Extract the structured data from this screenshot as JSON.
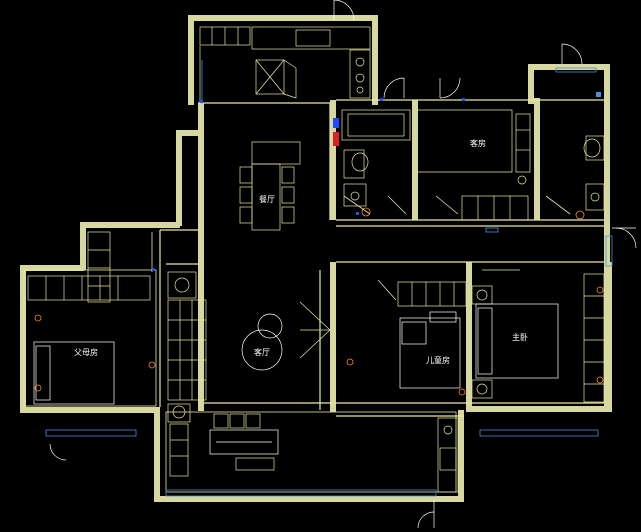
{
  "rooms": {
    "dining": "餐厅",
    "bedroom_b": "客房",
    "parents": "父母房",
    "living": "客厅",
    "children": "儿童房",
    "master": "主卧"
  },
  "colors": {
    "background": "#000000",
    "wall": "#e8e8a0",
    "window": "#4a8fd8",
    "fixture": "#ff8a1c",
    "marker_red": "#e02020",
    "marker_blue": "#1c4cff"
  }
}
